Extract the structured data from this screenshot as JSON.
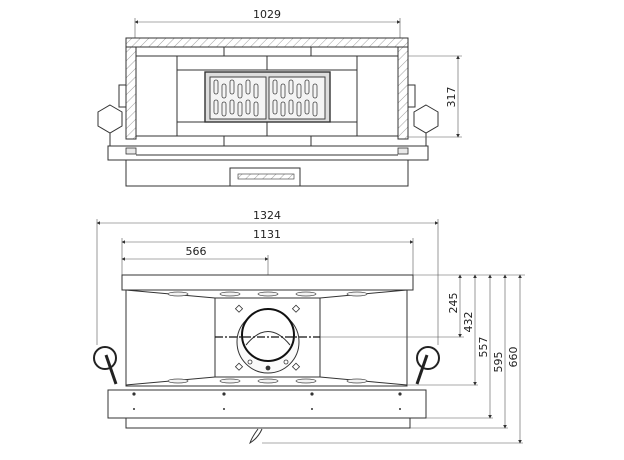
{
  "top_view": {
    "width_label": "1029",
    "height_label": "317"
  },
  "front_view": {
    "overall_width_label": "1324",
    "body_width_label": "1131",
    "flue_offset_label": "566",
    "flue_height_label": "245",
    "height_labels": [
      "432",
      "557",
      "595",
      "660"
    ]
  }
}
